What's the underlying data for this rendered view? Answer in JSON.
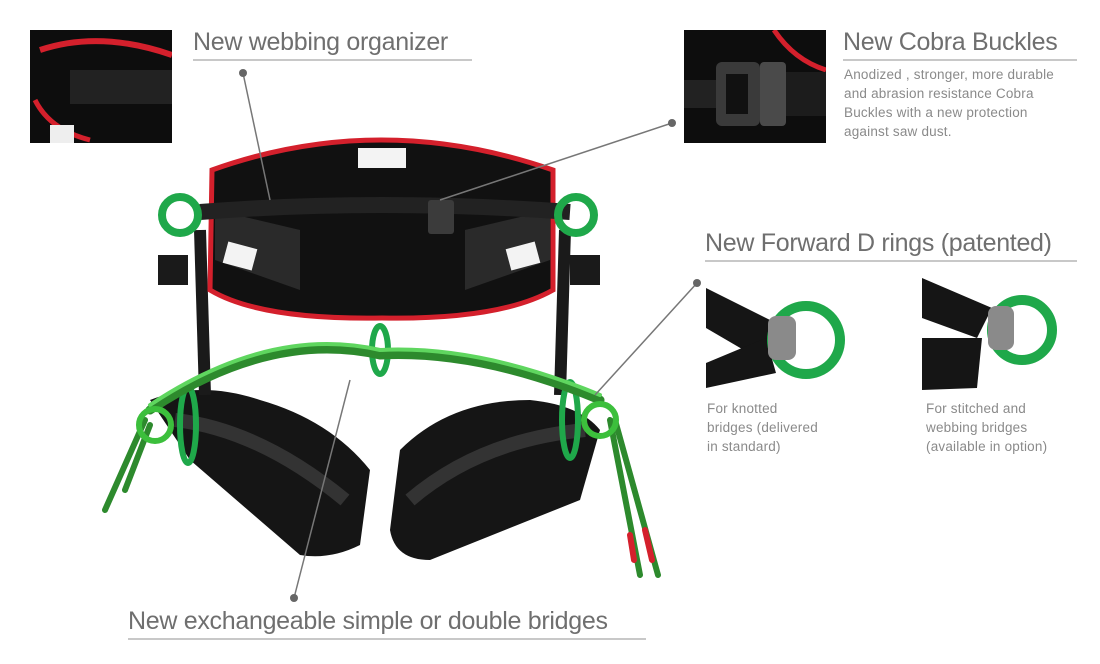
{
  "features": {
    "webbing_organizer": {
      "title": "New webbing organizer"
    },
    "cobra_buckles": {
      "title": "New Cobra Buckles",
      "description": [
        "Anodized , stronger, more durable",
        "and abrasion resistance Cobra",
        "Buckles with a new protection",
        "against saw dust."
      ]
    },
    "d_rings": {
      "title": "New Forward D rings (patented)",
      "options": [
        {
          "caption": [
            "For knotted",
            "bridges (delivered",
            "in standard)"
          ]
        },
        {
          "caption": [
            "For stitched and",
            "webbing bridges",
            "(available in option)"
          ]
        }
      ]
    },
    "bridges": {
      "title": "New exchangeable simple or double bridges"
    }
  },
  "colors": {
    "accent_red": "#d4202c",
    "rope_green": "#3cbf3c",
    "ring_green": "#1fa84a",
    "text_gray": "#6f6f6f"
  }
}
